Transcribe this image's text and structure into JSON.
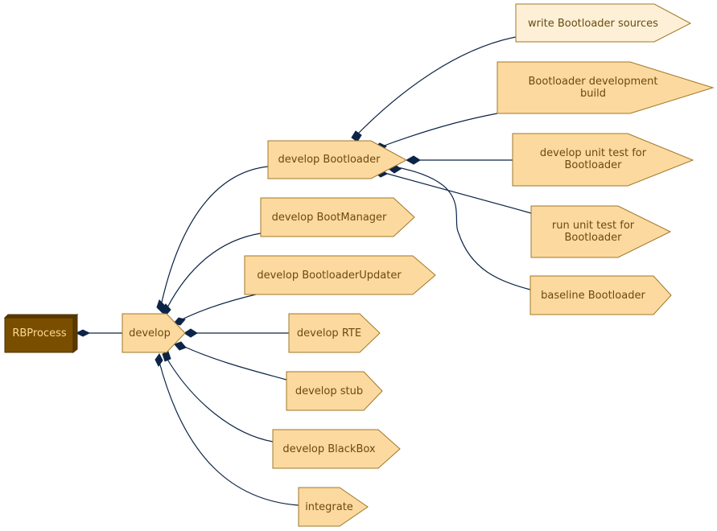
{
  "colors": {
    "root_fill": "#7a4e00",
    "root_side": "#5a3900",
    "node_fill": "#fcd99f",
    "light_fill": "#fdf0d6",
    "node_stroke": "#a07828",
    "text": "#6b4a10",
    "root_text": "#fcd98f",
    "edge": "#0c2447"
  },
  "nodes": {
    "rbprocess": "RBProcess",
    "develop": "develop",
    "develop_bootloader": "develop Bootloader",
    "develop_bootmanager": "develop BootManager",
    "develop_bootloaderupdater": "develop BootloaderUpdater",
    "develop_rte": "develop RTE",
    "develop_stub": "develop stub",
    "develop_blackbox": "develop BlackBox",
    "integrate": "integrate",
    "write_bootloader_sources": "write Bootloader sources",
    "bootloader_dev_build_1": "Bootloader development",
    "bootloader_dev_build_2": "build",
    "unit_test_dev_1": "develop unit test for",
    "unit_test_dev_2": "Bootloader",
    "unit_test_run_1": "run unit test for",
    "unit_test_run_2": "Bootloader",
    "baseline_bootloader": "baseline Bootloader"
  }
}
